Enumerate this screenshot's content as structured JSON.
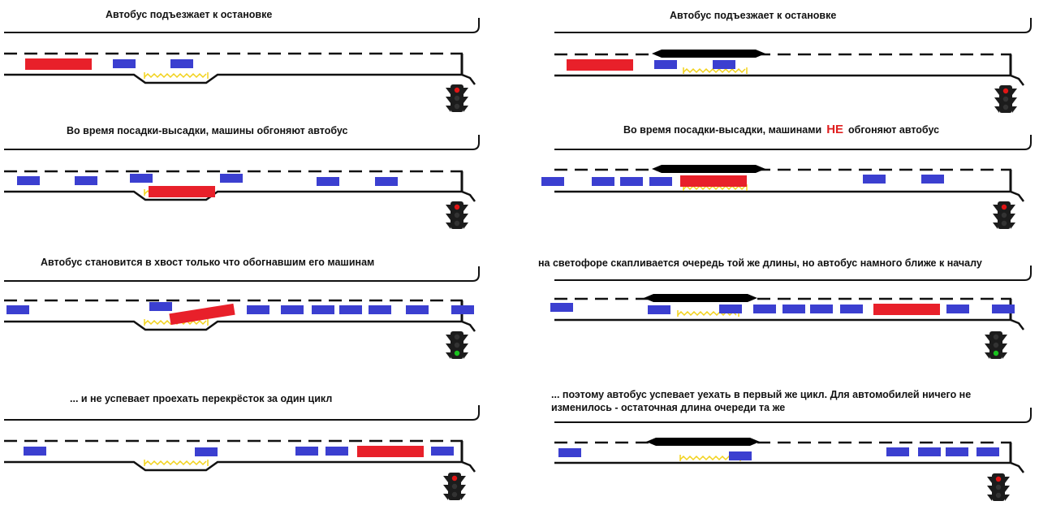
{
  "colors": {
    "bus": "#e8202a",
    "car": "#3b3fd0",
    "road": "#111111",
    "stop_marking": "#f2d21b",
    "light_red": "#e01515",
    "light_green": "#19c21f",
    "highlight": "#e02020"
  },
  "panels": {
    "left": [
      {
        "caption": "Автобус подъезжает к остановке",
        "light": "red",
        "bay": "pocket"
      },
      {
        "caption": "Во время посадки-высадки, машины обгоняют автобус",
        "light": "red",
        "bay": "pocket"
      },
      {
        "caption": "Автобус становится в хвост только что обогнавшим его машинам",
        "light": "green",
        "bay": "pocket"
      },
      {
        "caption": "... и не успевает проехать перекрёсток за один цикл",
        "light": "red",
        "bay": "pocket"
      }
    ],
    "right": [
      {
        "caption": "Автобус подъезжает к остановке",
        "light": "red",
        "bay": "island"
      },
      {
        "caption_before": "Во время посадки-высадки, машинами",
        "caption_highlight": "НЕ",
        "caption_after": "обгоняют автобус",
        "light": "red",
        "bay": "island"
      },
      {
        "caption": "на светофоре скапливается очередь той же длины, но автобус намного ближе к началу",
        "light": "green",
        "bay": "island"
      },
      {
        "caption": "... поэтому автобус успевает уехать в первый же цикл. Для автомобилей ничего не изменилось - остаточная длина очереди та же",
        "light": "red",
        "bay": "island"
      }
    ]
  }
}
